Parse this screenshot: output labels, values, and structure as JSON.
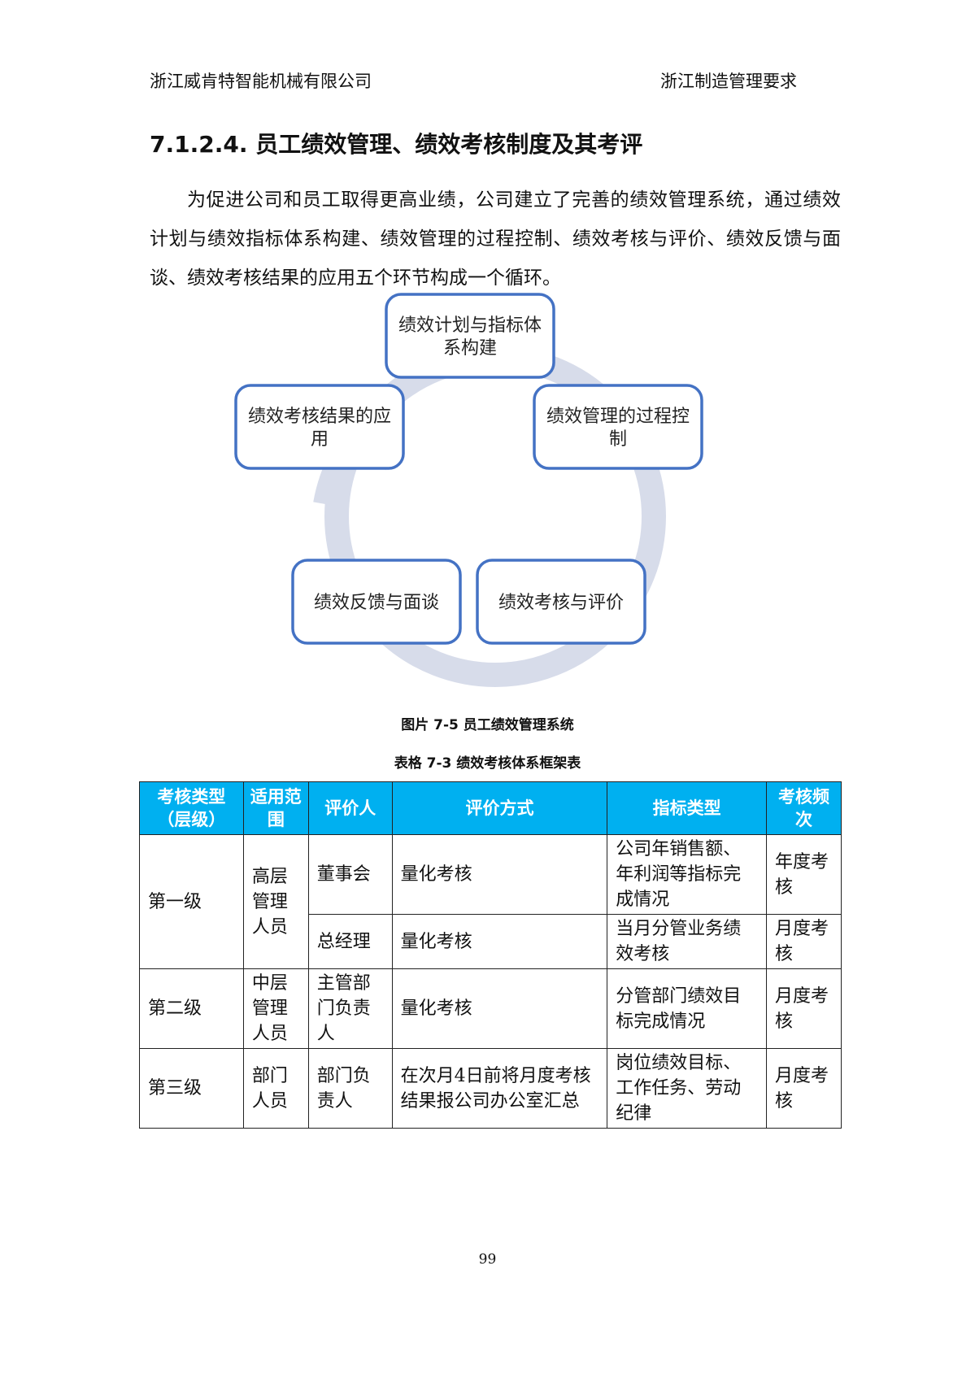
{
  "header": {
    "company": "浙江威肯特智能机械有限公司",
    "doc_title": "浙江制造管理要求"
  },
  "section": {
    "title": "7.1.2.4. 员工绩效管理、绩效考核制度及其考评",
    "paragraph": "为促进公司和员工取得更高业绩，公司建立了完善的绩效管理系统，通过绩效计划与绩效指标体系构建、绩效管理的过程控制、绩效考核与评价、绩效反馈与面谈、绩效考核结果的应用五个环节构成一个循环。"
  },
  "cycle_diagram": {
    "ring_color": "#d7dcea",
    "box_border_color": "#4472c4",
    "nodes": [
      {
        "lines": [
          "绩效计划与指标体",
          "系构建"
        ]
      },
      {
        "lines": [
          "绩效管理的过程控",
          "制"
        ]
      },
      {
        "lines": [
          "绩效考核与评价"
        ]
      },
      {
        "lines": [
          "绩效反馈与面谈"
        ]
      },
      {
        "lines": [
          "绩效考核结果的应",
          "用"
        ]
      }
    ]
  },
  "figure_caption": "图片 7-5 员工绩效管理系统",
  "table_caption": "表格 7-3 绩效考核体系框架表",
  "table": {
    "header_color": "#00b0f0",
    "headers": [
      "考核类型（层级）",
      "适用范围",
      "评价人",
      "评价方式",
      "指标类型",
      "考核频次"
    ],
    "rows": [
      {
        "level": "第一级",
        "scope": "高层管理人员",
        "evaluator": "董事会",
        "method": "量化考核",
        "indicator": "公司年销售额、年利润等指标完成情况",
        "frequency": "年度考核"
      },
      {
        "evaluator": "总经理",
        "method": "量化考核",
        "indicator": "当月分管业务绩效考核",
        "frequency": "月度考核"
      },
      {
        "level": "第二级",
        "scope": "中层管理人员",
        "evaluator": "主管部门负责人",
        "method": "量化考核",
        "indicator": "分管部门绩效目标完成情况",
        "frequency": "月度考核"
      },
      {
        "level": "第三级",
        "scope": "部门人员",
        "evaluator": "部门负责人",
        "method": "在次月4日前将月度考核结果报公司办公室汇总",
        "indicator": "岗位绩效目标、工作任务、劳动纪律",
        "frequency": "月度考核"
      }
    ]
  },
  "page_number": "99"
}
